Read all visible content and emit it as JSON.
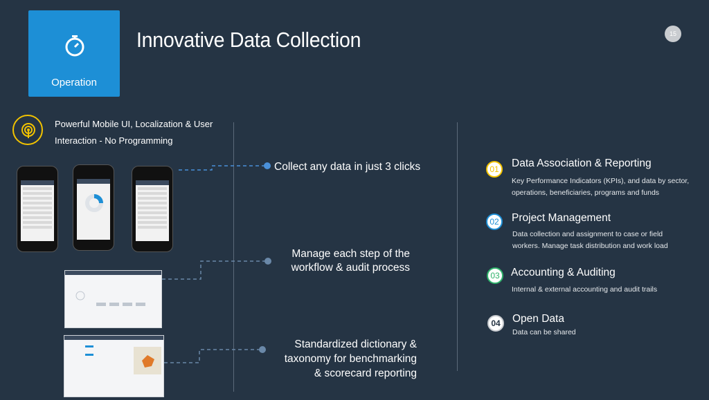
{
  "tile": {
    "label": "Operation",
    "icon": "stopwatch-icon"
  },
  "title": "Innovative Data Collection",
  "page_number": "15",
  "badge": {
    "icon": "broadcast-icon",
    "line1": "Powerful Mobile UI, Localization & User",
    "line2": "Interaction  - No Programming"
  },
  "features": [
    {
      "line1": "Collect any data in just 3 clicks"
    },
    {
      "line1": "Manage each step of the",
      "line2": "workflow & audit process"
    },
    {
      "line1": "Standardized dictionary &",
      "line2": "taxonomy for benchmarking",
      "line3": "& scorecard reporting"
    }
  ],
  "steps": [
    {
      "num": "01",
      "color": "#f2c300",
      "title": "Data Association & Reporting",
      "desc1": "Key Performance Indicators (KPIs), and data by sector,",
      "desc2": "operations, beneficiaries, programs and funds"
    },
    {
      "num": "02",
      "color": "#1d8fd6",
      "title": "Project Management",
      "desc1": "Data collection and assignment to case or field",
      "desc2": "workers. Manage task distribution and work load"
    },
    {
      "num": "03",
      "color": "#2fb36b",
      "title": "Accounting & Auditing",
      "desc1": "Internal & external accounting and audit trails",
      "desc2": ""
    },
    {
      "num": "04",
      "color": "#253444",
      "title": "Open Data",
      "desc1": "Data can be shared",
      "desc2": ""
    }
  ],
  "colors": {
    "background": "#253444",
    "accent_blue": "#1d8fd6",
    "accent_yellow": "#f2c300",
    "accent_green": "#2fb36b"
  }
}
